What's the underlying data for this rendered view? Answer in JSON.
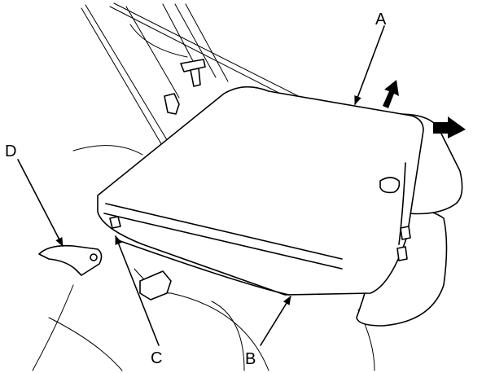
{
  "diagram": {
    "callouts": {
      "a": "A",
      "b": "B",
      "c": "C",
      "d": "D"
    },
    "colors": {
      "line": "#000000",
      "background": "#ffffff",
      "arrow": "#000000"
    }
  }
}
